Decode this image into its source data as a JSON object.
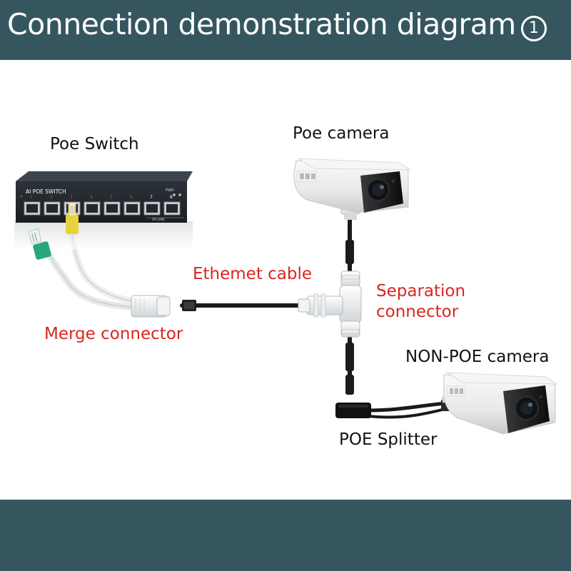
{
  "header": {
    "title": "Connection demonstration diagram",
    "step_badge": "1"
  },
  "switch_panel": {
    "brand_text": "AI POE SWITCH",
    "port_numbers": [
      "1",
      "2",
      "3",
      "4",
      "5",
      "6",
      "7",
      "8"
    ],
    "uplink_text": "UP-LINK",
    "pwr_text": "PWR"
  },
  "labels": {
    "poe_switch": "Poe Switch",
    "poe_camera": "Poe  camera",
    "ethernet_cable": "Ethemet cable",
    "separation_line1": "Separation",
    "separation_line2": "connector",
    "merge_connector": "Merge connector",
    "nonpoe_camera": "NON-POE  camera",
    "poe_splitter": "POE Splitter"
  },
  "colors": {
    "header_bg": "#35565f",
    "label_red": "#d8261f",
    "label_black": "#111111",
    "port_number_red": "#e03a2e",
    "rj45_yellow": "#e8d23a",
    "rj45_green": "#2aa67e"
  },
  "icons": [
    "poe-switch-icon",
    "poe-camera-icon",
    "nonpoe-camera-icon",
    "rj45-plug-icon",
    "t-connector-icon",
    "poe-splitter-icon",
    "dc-barrel-icon"
  ]
}
